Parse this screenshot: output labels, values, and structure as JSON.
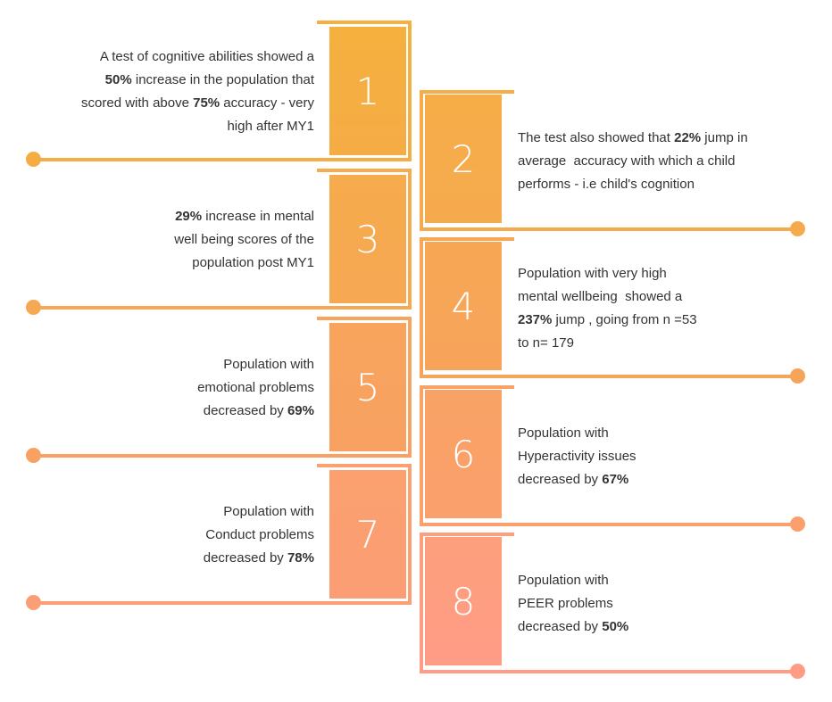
{
  "items": [
    {
      "number": "1",
      "side": "L",
      "color": "#f5b03e",
      "color2": "#f5ac45",
      "lines": [
        [
          {
            "t": "A test of cognitive abilities showed a"
          }
        ],
        [
          {
            "t": "50%",
            "b": true
          },
          {
            "t": " increase in the population that"
          }
        ],
        [
          {
            "t": "scored with above "
          },
          {
            "t": "75%",
            "b": true
          },
          {
            "t": " accuracy - very"
          }
        ],
        [
          {
            "t": "high after MY1"
          }
        ]
      ]
    },
    {
      "number": "2",
      "side": "R",
      "color": "#f6ad48",
      "color2": "#f6aa4e",
      "lines": [
        [
          {
            "t": "The test also showed that "
          },
          {
            "t": "22%",
            "b": true
          },
          {
            "t": " jump in"
          }
        ],
        [
          {
            "t": "average  accuracy with which a child"
          }
        ],
        [
          {
            "t": "performs - i.e child's cognition"
          }
        ]
      ]
    },
    {
      "number": "3",
      "side": "L",
      "color": "#f6ab4c",
      "color2": "#f6a853",
      "lines": [
        [
          {
            "t": "29%",
            "b": true
          },
          {
            "t": " increase in mental"
          }
        ],
        [
          {
            "t": "well being scores of the"
          }
        ],
        [
          {
            "t": "population post MY1"
          }
        ]
      ]
    },
    {
      "number": "4",
      "side": "R",
      "color": "#f7a754",
      "color2": "#f7a45b",
      "lines": [
        [
          {
            "t": "Population with very high"
          }
        ],
        [
          {
            "t": "mental wellbeing  showed a"
          }
        ],
        [
          {
            "t": "237%",
            "b": true
          },
          {
            "t": " jump , going from n =53"
          }
        ],
        [
          {
            "t": "to n= 179"
          }
        ]
      ]
    },
    {
      "number": "5",
      "side": "L",
      "color": "#f8a45c",
      "color2": "#f8a163",
      "lines": [
        [
          {
            "t": "Population with"
          }
        ],
        [
          {
            "t": "emotional problems"
          }
        ],
        [
          {
            "t": "decreased by "
          },
          {
            "t": "69%",
            "b": true
          }
        ]
      ]
    },
    {
      "number": "6",
      "side": "R",
      "color": "#f9a265",
      "color2": "#faa06c",
      "lines": [
        [
          {
            "t": "Population with"
          }
        ],
        [
          {
            "t": "Hyperactivity issues"
          }
        ],
        [
          {
            "t": "decreased by "
          },
          {
            "t": "67%",
            "b": true
          }
        ]
      ]
    },
    {
      "number": "7",
      "side": "L",
      "color": "#fba06e",
      "color2": "#fb9e75",
      "lines": [
        [
          {
            "t": "Population with"
          }
        ],
        [
          {
            "t": "Conduct problems"
          }
        ],
        [
          {
            "t": "decreased by "
          },
          {
            "t": "78%",
            "b": true
          }
        ]
      ]
    },
    {
      "number": "8",
      "side": "R",
      "color": "#fd9f7c",
      "color2": "#fe9c86",
      "lines": [
        [
          {
            "t": "Population with"
          }
        ],
        [
          {
            "t": "PEER problems"
          }
        ],
        [
          {
            "t": "decreased by "
          },
          {
            "t": "50%",
            "b": true
          }
        ]
      ]
    }
  ]
}
